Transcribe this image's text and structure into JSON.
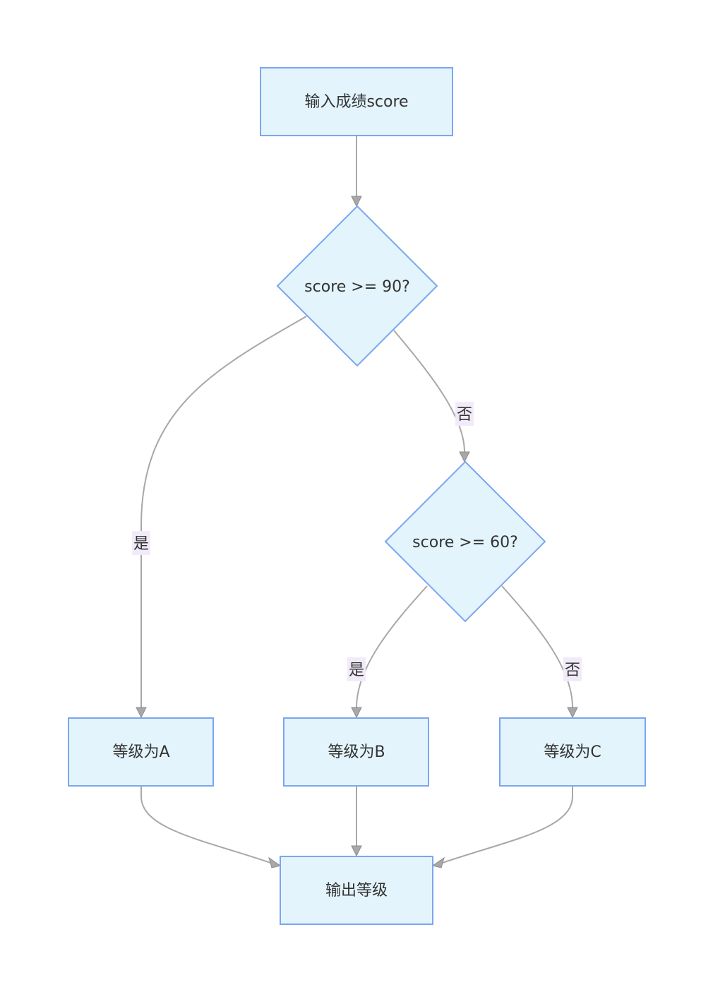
{
  "nodes": {
    "input": {
      "label": "输入成绩score",
      "shape": "rectangle"
    },
    "decision_90": {
      "label": "score >= 90?",
      "shape": "diamond"
    },
    "decision_60": {
      "label": "score >= 60?",
      "shape": "diamond"
    },
    "grade_a": {
      "label": "等级为A",
      "shape": "rectangle"
    },
    "grade_b": {
      "label": "等级为B",
      "shape": "rectangle"
    },
    "grade_c": {
      "label": "等级为C",
      "shape": "rectangle"
    },
    "output": {
      "label": "输出等级",
      "shape": "rectangle"
    }
  },
  "edges": {
    "e90_yes": {
      "from": "decision_90",
      "to": "grade_a",
      "label": "是"
    },
    "e90_no": {
      "from": "decision_90",
      "to": "decision_60",
      "label": "否"
    },
    "e60_yes": {
      "from": "decision_60",
      "to": "grade_b",
      "label": "是"
    },
    "e60_no": {
      "from": "decision_60",
      "to": "grade_c",
      "label": "否"
    },
    "e_input": {
      "from": "input",
      "to": "decision_90",
      "label": ""
    },
    "e_a_out": {
      "from": "grade_a",
      "to": "output",
      "label": ""
    },
    "e_b_out": {
      "from": "grade_b",
      "to": "output",
      "label": ""
    },
    "e_c_out": {
      "from": "grade_c",
      "to": "output",
      "label": ""
    }
  },
  "colors": {
    "node_fill": "#e3f4fc",
    "node_stroke": "#7aa6f0",
    "edge": "#a8a8a8",
    "label_bg": "#f1ebf9",
    "text": "#333333"
  }
}
